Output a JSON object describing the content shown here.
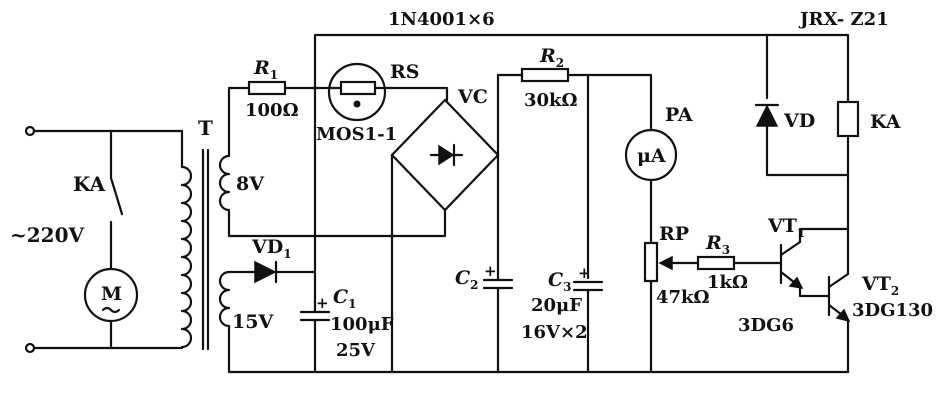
{
  "labels": {
    "supply": "~220V",
    "ka_switch": "KA",
    "motor": "M",
    "transformer": "T",
    "r1_name": "R",
    "r1_sub": "1",
    "r1_value": "100Ω",
    "sensor_name": "RS",
    "sensor_model": "MOS1-1",
    "bridge_name": "VC",
    "bridge_diodes": "1N4001×6",
    "winding_8v": "8V",
    "vd1_name": "VD",
    "vd1_sub": "1",
    "winding_15v": "15V",
    "c1_name": "C",
    "c1_sub": "1",
    "c1_value": "100μF",
    "c1_voltage": "25V",
    "r2_name": "R",
    "r2_sub": "2",
    "r2_value": "30kΩ",
    "c2_name": "C",
    "c2_sub": "2",
    "c3_name": "C",
    "c3_sub": "3",
    "c3_value": "20μF",
    "c2c3_voltage": "16V×2",
    "meter_name": "PA",
    "meter_unit": "μA",
    "rp_name": "RP",
    "rp_value": "47kΩ",
    "r3_name": "R",
    "r3_sub": "3",
    "r3_value": "1kΩ",
    "vt1_name": "VT",
    "vt1_sub": "1",
    "vt1_model": "3DG6",
    "vt2_name": "VT",
    "vt2_sub": "2",
    "vt2_model": "3DG130",
    "relay_model": "JRX- Z21",
    "vd_name": "VD",
    "relay_coil": "KA",
    "plus": "+"
  }
}
